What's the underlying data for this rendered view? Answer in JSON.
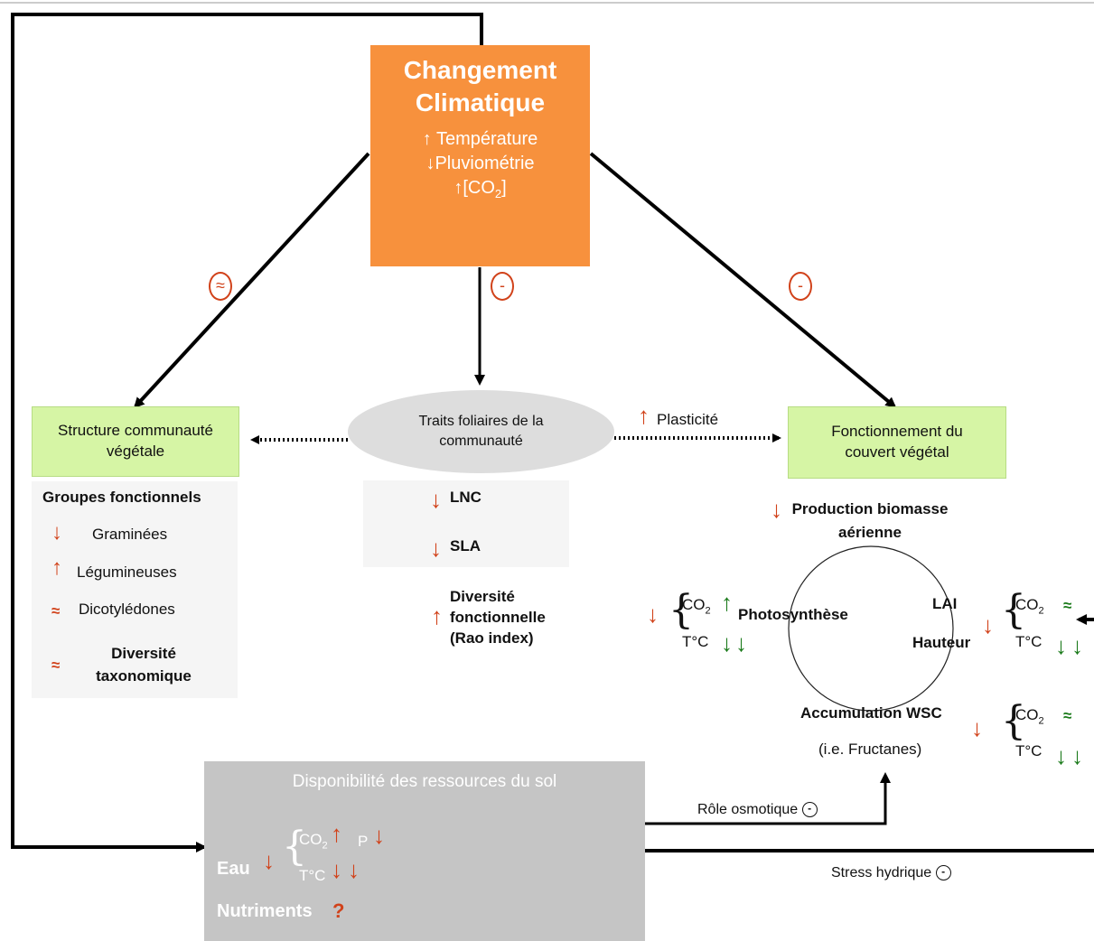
{
  "climate": {
    "title_line1": "Changement",
    "title_line2": "Climatique",
    "temperature": "Température",
    "pluviometrie": "Pluviométrie",
    "co2": "[CO",
    "co2_sub": "2",
    "co2_close": "]"
  },
  "effects": {
    "left": "≈",
    "center": "-",
    "right": "-"
  },
  "structure": {
    "title": "Structure communauté végétale",
    "groups_title": "Groupes fonctionnels",
    "graminees": "Graminées",
    "legumineuses": "Légumineuses",
    "dicotyledones": "Dicotylédones",
    "diversite_taxo": "Diversité taxonomique",
    "approx": "≈"
  },
  "traits": {
    "title": "Traits foliaires de la communauté",
    "lnc": "LNC",
    "sla": "SLA",
    "diversite_fonc": "Diversité fonctionnelle (Rao index)"
  },
  "plasticite": "Plasticité",
  "fonctionnement": {
    "title": "Fonctionnement du couvert végétal",
    "production": "Production biomasse aérienne",
    "photosynthese": "Photosynthèse",
    "lai": "LAI",
    "hauteur": "Hauteur",
    "accumulation": "Accumulation WSC",
    "fructanes": "(i.e. Fructanes)",
    "co2": "CO",
    "co2_sub": "2",
    "tc": "T°C",
    "approx": "≈"
  },
  "sol": {
    "title": "Disponibilité des ressources du sol",
    "eau": "Eau",
    "co2": "CO",
    "co2_sub": "2",
    "p": "P",
    "tc": "T°C",
    "nutriments": "Nutriments",
    "question": "?"
  },
  "role_osmotique": "Rôle osmotique",
  "stress_hydrique": "Stress hydrique",
  "minus": "-",
  "colors": {
    "orange": "#f7913d",
    "green_box": "#d6f5a5",
    "grey_box": "#c5c5c5",
    "red": "#d1421a",
    "green": "#1a7a1a"
  }
}
